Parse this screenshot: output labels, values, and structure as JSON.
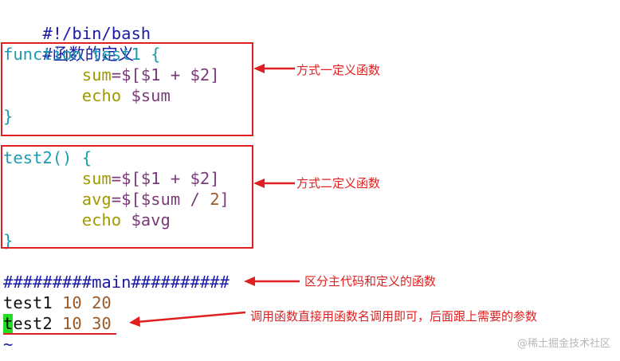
{
  "code": {
    "shebang": "#!/bin/bash",
    "comment_def": "#函数的定义",
    "f1_kw": "function",
    "f1_name": " test1 {",
    "f1_sum_var": "sum",
    "f1_sum_expr": "=$[$1 + $2]",
    "f1_echo": "echo",
    "f1_echo_arg": " $sum",
    "f1_close": "}",
    "f2_head": "test2() {",
    "f2_sum_var": "sum",
    "f2_sum_expr": "=$[$1 + $2]",
    "f2_avg_var": "avg",
    "f2_avg_expr_a": "=$[$sum / ",
    "f2_avg_num": "2",
    "f2_avg_expr_b": "]",
    "f2_echo": "echo",
    "f2_echo_arg": " $avg",
    "f2_close": "}",
    "main_marker": "#########main##########",
    "call1_name": "test1",
    "call1_a": "10",
    "call1_b": "20",
    "call2_cursor": "t",
    "call2_rest": "est2",
    "call2_a": "10",
    "call2_b": "30",
    "tilde": "~"
  },
  "annotations": {
    "method1": "方式一定义函数",
    "method2": "方式二定义函数",
    "main_note": "区分主代码和定义的函数",
    "call_note": "调用函数直接用函数名调用即可，后面跟上需要的参数"
  },
  "watermark": "@稀土掘金技术社区",
  "colors": {
    "annotation_red": "#e02020",
    "cursor_green": "#22dd22",
    "function_cyan": "#1d9bb1",
    "variable_purple": "#7a3b7a",
    "keyword_olive": "#a19a00",
    "number_brown": "#9a5a2a",
    "comment_blue": "#1a1aa6"
  }
}
